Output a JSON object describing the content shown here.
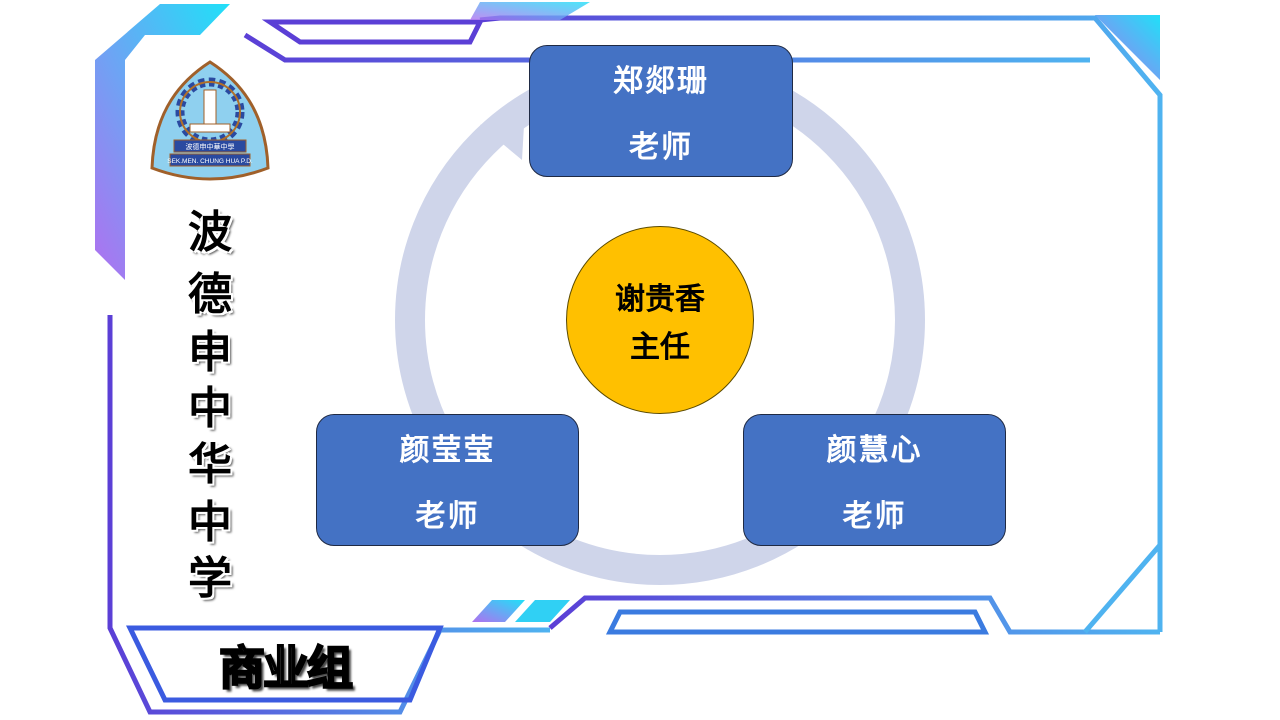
{
  "school": {
    "name_chars": [
      "波",
      "德",
      "申",
      "中",
      "华",
      "中",
      "学"
    ],
    "logo_text_cn": "波德申中華中學",
    "logo_text_en": "SEK.MEN. CHUNG HUA P.D."
  },
  "department": "商业组",
  "center": {
    "name": "谢贵香",
    "title": "主任"
  },
  "members": [
    {
      "name": "郑郯珊",
      "title": "老师"
    },
    {
      "name": "颜莹莹",
      "title": "老师"
    },
    {
      "name": "颜慧心",
      "title": "老师"
    }
  ],
  "colors": {
    "box": "#4472c4",
    "center": "#ffc000",
    "ring": "#cfd5ea",
    "frame_start": "#5b3fd6",
    "frame_end": "#4fb3f0"
  }
}
